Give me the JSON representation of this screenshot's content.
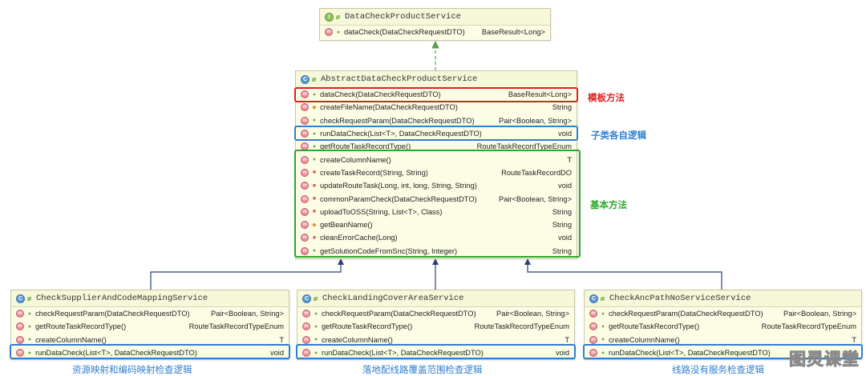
{
  "interface_box": {
    "title": "DataCheckProductService",
    "members": [
      {
        "sig": "dataCheck(DataCheckRequestDTO)",
        "ret": "BaseResult<Long>",
        "vis": "pub"
      }
    ]
  },
  "abstract_box": {
    "title": "AbstractDataCheckProductService",
    "members": [
      {
        "sig": "dataCheck(DataCheckRequestDTO)",
        "ret": "BaseResult<Long>",
        "vis": "pub"
      },
      {
        "sig": "createFileName(DataCheckRequestDTO)",
        "ret": "String",
        "vis": "prot"
      },
      {
        "sig": "checkRequestParam(DataCheckRequestDTO)",
        "ret": "Pair<Boolean, String>",
        "vis": "pub"
      },
      {
        "sig": "runDataCheck(List<T>, DataCheckRequestDTO)",
        "ret": "void",
        "vis": "pub"
      },
      {
        "sig": "getRouteTaskRecordType()",
        "ret": "RouteTaskRecordTypeEnum",
        "vis": "pub"
      },
      {
        "sig": "createColumnName()",
        "ret": "T",
        "vis": "pub"
      },
      {
        "sig": "createTaskRecord(String, String)",
        "ret": "RouteTaskRecordDO",
        "vis": "priv"
      },
      {
        "sig": "updateRouteTask(Long, int, long, String, String)",
        "ret": "void",
        "vis": "priv"
      },
      {
        "sig": "commonParamCheck(DataCheckRequestDTO)",
        "ret": "Pair<Boolean, String>",
        "vis": "priv"
      },
      {
        "sig": "uploadToOSS(String, List<T>, Class)",
        "ret": "String",
        "vis": "priv"
      },
      {
        "sig": "getBeanName()",
        "ret": "String",
        "vis": "prot"
      },
      {
        "sig": "cleanErrorCache(Long)",
        "ret": "void",
        "vis": "priv"
      },
      {
        "sig": "getSolutionCodeFromSnc(String, Integer)",
        "ret": "String",
        "vis": "pub"
      }
    ]
  },
  "sub_boxes": [
    {
      "title": "CheckSupplierAndCodeMappingService",
      "members": [
        {
          "sig": "checkRequestParam(DataCheckRequestDTO)",
          "ret": "Pair<Boolean, String>",
          "vis": "pub"
        },
        {
          "sig": "getRouteTaskRecordType()",
          "ret": "RouteTaskRecordTypeEnum",
          "vis": "pub"
        },
        {
          "sig": "createColumnName()",
          "ret": "T",
          "vis": "pub"
        },
        {
          "sig": "runDataCheck(List<T>, DataCheckRequestDTO)",
          "ret": "void",
          "vis": "pub"
        }
      ],
      "caption": "资源映射和编码映射检查逻辑"
    },
    {
      "title": "CheckLandingCoverAreaService",
      "members": [
        {
          "sig": "checkRequestParam(DataCheckRequestDTO)",
          "ret": "Pair<Boolean, String>",
          "vis": "pub"
        },
        {
          "sig": "getRouteTaskRecordType()",
          "ret": "RouteTaskRecordTypeEnum",
          "vis": "pub"
        },
        {
          "sig": "createColumnName()",
          "ret": "T",
          "vis": "pub"
        },
        {
          "sig": "runDataCheck(List<T>, DataCheckRequestDTO)",
          "ret": "void",
          "vis": "pub"
        }
      ],
      "caption": "落地配线路覆盖范围检查逻辑"
    },
    {
      "title": "CheckAncPathNoServiceService",
      "members": [
        {
          "sig": "checkRequestParam(DataCheckRequestDTO)",
          "ret": "Pair<Boolean, String>",
          "vis": "pub"
        },
        {
          "sig": "getRouteTaskRecordType()",
          "ret": "RouteTaskRecordTypeEnum",
          "vis": "pub"
        },
        {
          "sig": "createColumnName()",
          "ret": "T",
          "vis": "pub"
        },
        {
          "sig": "runDataCheck(List<T>, DataCheckRequestDTO)",
          "ret": "void",
          "vis": "pub"
        }
      ],
      "caption": "线路没有服务检查逻辑"
    }
  ],
  "notes": {
    "template_method": "模板方法",
    "subclass_logic": "子类各自逻辑",
    "basic_methods": "基本方法"
  },
  "watermark": "图灵课堂",
  "colors": {
    "red": "#e02020",
    "blue": "#2f7fd2",
    "green": "#2aa82a",
    "box_bg": "#fdfde6"
  }
}
